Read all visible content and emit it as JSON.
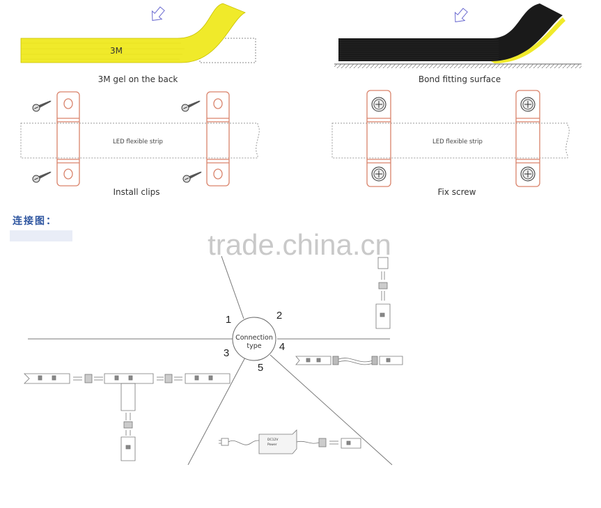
{
  "top_left": {
    "tape_label": "3M",
    "caption": "3M gel on the back"
  },
  "top_right": {
    "caption": "Bond fitting surface"
  },
  "mid_left": {
    "strip_label": "LED flexible strip",
    "caption": "Install clips"
  },
  "mid_right": {
    "strip_label": "LED flexible strip",
    "caption": "Fix screw"
  },
  "section_title": "连接图：",
  "watermark": "trade.china.cn",
  "hub": {
    "line1": "Connection",
    "line2": "type"
  },
  "connection_numbers": [
    "1",
    "2",
    "3",
    "4",
    "5"
  ],
  "power_box": {
    "line1": "DC12V",
    "line2": "Power"
  },
  "colors": {
    "yellow": "#f0ea2a",
    "black": "#1a1a1a",
    "clip": "#d9826a",
    "title": "#2f56a0"
  }
}
